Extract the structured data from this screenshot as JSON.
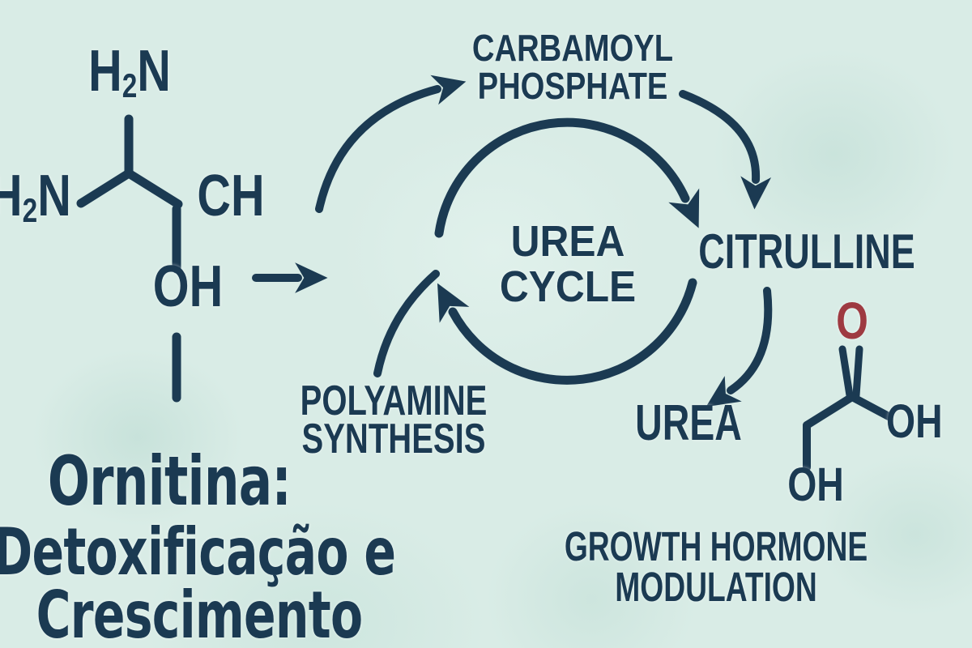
{
  "colors": {
    "ink": "#1b3a52",
    "red": "#9e3a41",
    "background": "#d9ece6"
  },
  "title": {
    "line1": "Ornitina:",
    "line2": "Detoxificação e",
    "line3": "Crescimento"
  },
  "cycle_label": {
    "line1": "UREA",
    "line2": "CYCLE"
  },
  "nodes": {
    "carbamoyl_phosphate": {
      "line1": "CARBAMOYL",
      "line2": "PHOSPHATE"
    },
    "citrulline": "CITRULLINE",
    "urea": "UREA",
    "polyamine_synthesis": {
      "line1": "POLYAMINE",
      "line2": "SYNTHESIS"
    },
    "growth_hormone": {
      "line1": "GROWTH HORMONE",
      "line2": "MODULATION"
    }
  },
  "ornithine_structure": {
    "amine_top": {
      "h": "H",
      "sub": "2",
      "n": "N"
    },
    "amine_left": {
      "h": "H",
      "sub": "2",
      "n": "N"
    },
    "ch": "CH",
    "oh": "OH"
  },
  "urea_structure": {
    "o": "O",
    "oh_right": "OH",
    "oh_bottom": "OH"
  }
}
